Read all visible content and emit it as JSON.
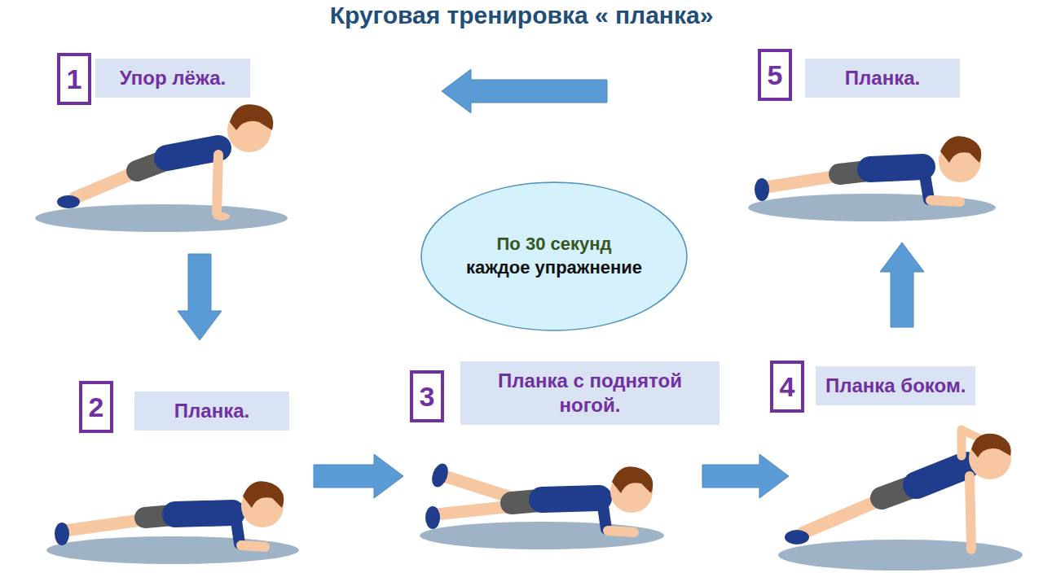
{
  "diagram": {
    "title": "Круговая тренировка « планка»",
    "nodes": [
      {
        "text": [
          "1",
          "Упор лёжа."
        ]
      },
      {
        "text": [
          "5",
          "Планка."
        ]
      },
      {
        "text": [
          "По 30 секунд",
          "каждое упражнение"
        ]
      },
      {
        "text": [
          "2",
          "Планка."
        ]
      },
      {
        "text": [
          "3",
          "Планка с поднятой ногой."
        ]
      },
      {
        "text": [
          "4",
          "Планка боком."
        ]
      }
    ],
    "edges": [
      {
        "from": 0,
        "to": 3,
        "arrow": "to"
      },
      {
        "from": 3,
        "to": 4,
        "arrow": "to"
      },
      {
        "from": 4,
        "to": 5,
        "arrow": "to"
      },
      {
        "from": 5,
        "to": 1,
        "arrow": "to"
      },
      {
        "from": 1,
        "to": 0,
        "arrow": "to"
      }
    ]
  }
}
